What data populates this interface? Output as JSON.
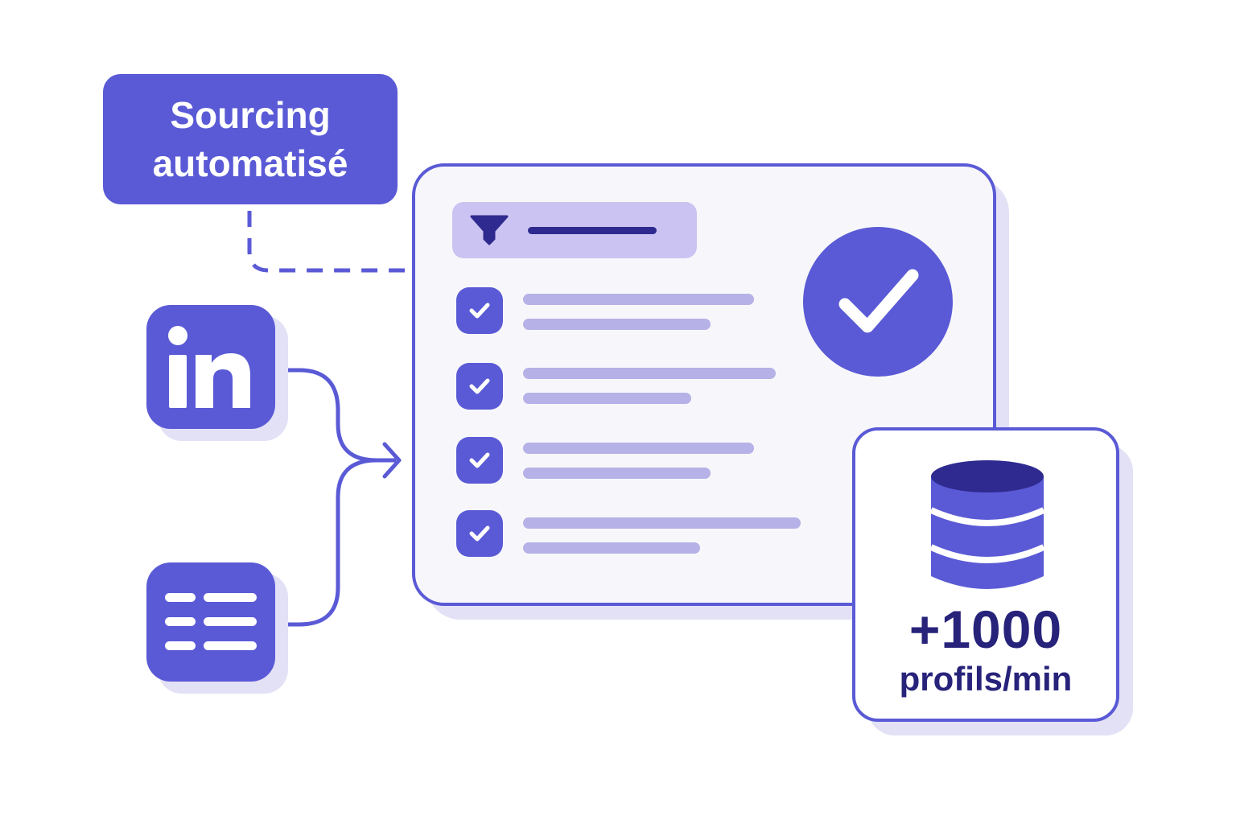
{
  "label": {
    "line1": "Sourcing",
    "line2": "automatisé"
  },
  "sources": [
    {
      "icon": "linkedin-icon",
      "text": "in"
    },
    {
      "icon": "list-icon"
    }
  ],
  "panel": {
    "filter_icon": "filter-icon",
    "items": [
      {
        "checked": true
      },
      {
        "checked": true
      },
      {
        "checked": true
      },
      {
        "checked": true
      }
    ],
    "status_icon": "checkmark-circle-icon"
  },
  "stats": {
    "icon": "database-icon",
    "value": "+1000",
    "unit": "profils/min"
  },
  "colors": {
    "primary": "#5a5ad6",
    "dark": "#27237a",
    "lavender": "#cbc3f1",
    "line": "#b6b1e6",
    "shadow": "#e3e1f6"
  }
}
